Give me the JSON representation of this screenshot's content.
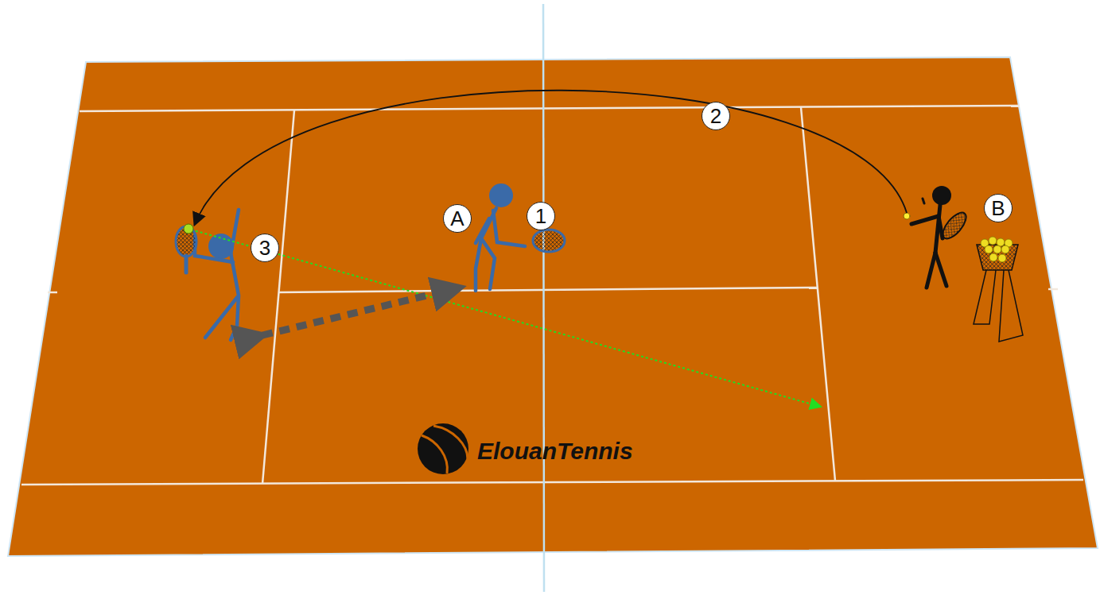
{
  "diagram": {
    "nodes": [
      {
        "text": [
          "2"
        ]
      },
      {
        "text": [
          "A"
        ]
      },
      {
        "text": [
          "1"
        ]
      },
      {
        "text": [
          "B"
        ]
      },
      {
        "text": [
          "3"
        ]
      }
    ],
    "labels": [
      "ElouanTennis"
    ]
  }
}
